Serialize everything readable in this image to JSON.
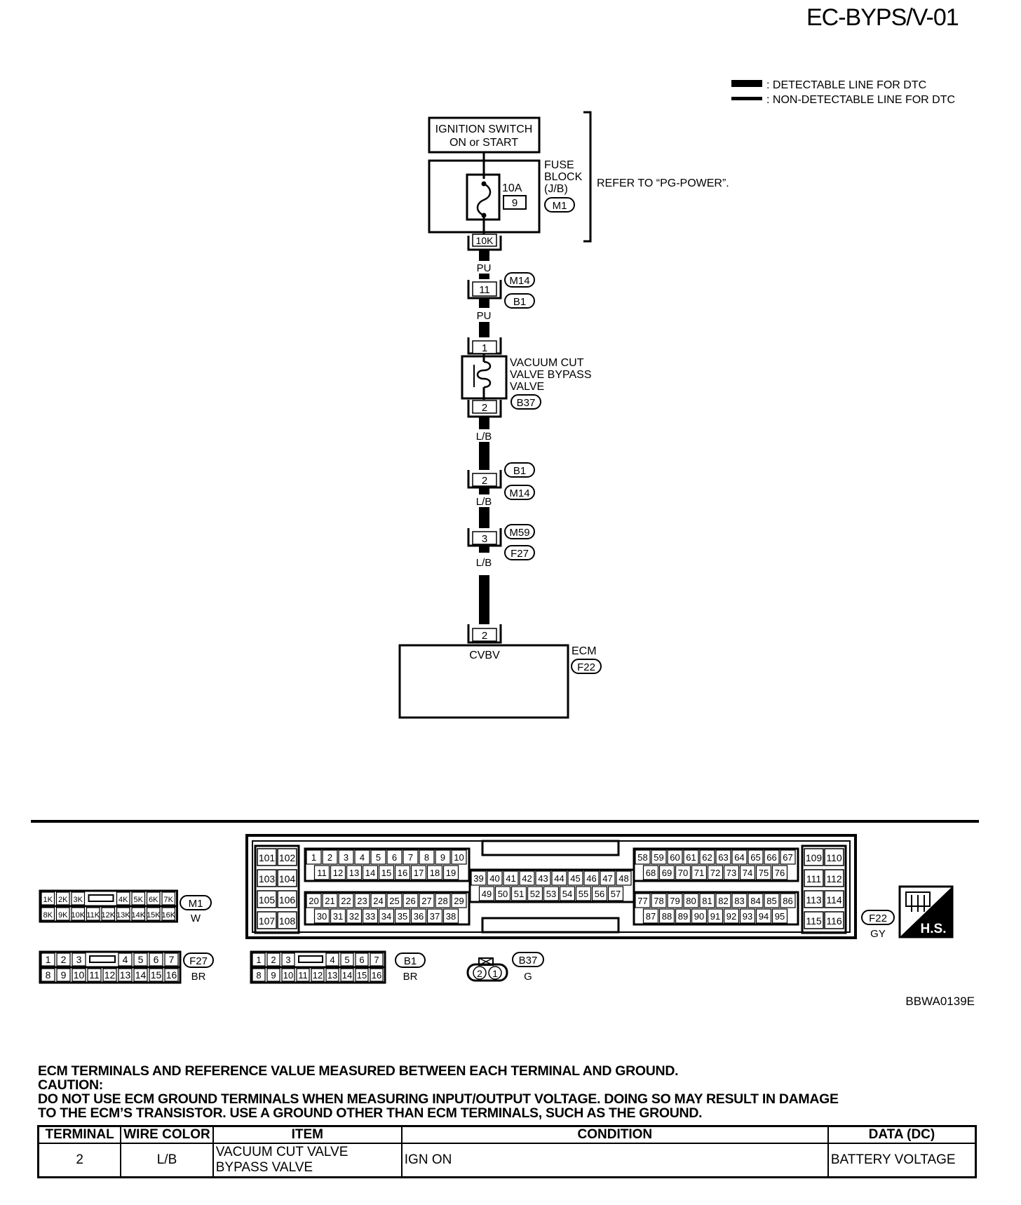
{
  "page_code": "EC-BYPS/V-01",
  "legend": {
    "detectable": ": DETECTABLE LINE FOR DTC",
    "non_detectable": ": NON-DETECTABLE LINE FOR DTC"
  },
  "schematic": {
    "ignition_switch": [
      "IGNITION SWITCH",
      "ON or START"
    ],
    "fuse_block_label": [
      "FUSE",
      "BLOCK",
      "(J/B)"
    ],
    "fuse_rating": "10A",
    "fuse_number": "9",
    "fuse_connector": "M1",
    "refer_text": "REFER TO “PG-POWER”.",
    "fuse_out_terminal": "10K",
    "wire_pu": "PU",
    "joint1_terminal": "11",
    "joint1_connectors": [
      "M14",
      "B1"
    ],
    "valve_in_terminal": "1",
    "valve_label": [
      "VACUUM CUT",
      "VALVE BYPASS",
      "VALVE"
    ],
    "valve_connector": "B37",
    "valve_out_terminal": "2",
    "wire_lb": "L/B",
    "joint2_terminal": "2",
    "joint2_connectors": [
      "B1",
      "M14"
    ],
    "joint3_terminal": "3",
    "joint3_connectors": [
      "M59",
      "F27"
    ],
    "ecm_terminal": "2",
    "ecm_pin_name": "CVBV",
    "ecm_label": "ECM",
    "ecm_connector": "F22"
  },
  "connector_views": {
    "m1": {
      "top": [
        "1K",
        "2K",
        "3K",
        "",
        "4K",
        "5K",
        "6K",
        "7K"
      ],
      "bottom": [
        "8K",
        "9K",
        "10K",
        "11K",
        "12K",
        "13K",
        "14K",
        "15K",
        "16K"
      ],
      "id": "M1",
      "color": "W"
    },
    "f27": {
      "top": [
        "1",
        "2",
        "3",
        "",
        "4",
        "5",
        "6",
        "7"
      ],
      "bottom": [
        "8",
        "9",
        "10",
        "11",
        "12",
        "13",
        "14",
        "15",
        "16"
      ],
      "id": "F27",
      "color": "BR"
    },
    "b1": {
      "top": [
        "1",
        "2",
        "3",
        "",
        "4",
        "5",
        "6",
        "7"
      ],
      "bottom": [
        "8",
        "9",
        "10",
        "11",
        "12",
        "13",
        "14",
        "15",
        "16"
      ],
      "id": "B1",
      "color": "BR"
    },
    "b37": {
      "pins": [
        "2",
        "1"
      ],
      "id": "B37",
      "color": "G"
    },
    "f22": {
      "id": "F22",
      "color": "GY",
      "left_rows": [
        [
          "101",
          "102"
        ],
        [
          "103",
          "104"
        ],
        [
          "105",
          "106"
        ],
        [
          "107",
          "108"
        ]
      ],
      "g1": [
        [
          "1",
          "2",
          "3",
          "4",
          "5",
          "6",
          "7",
          "8",
          "9",
          "10"
        ],
        [
          "11",
          "12",
          "13",
          "14",
          "15",
          "16",
          "17",
          "18",
          "19"
        ]
      ],
      "g2": [
        [
          "20",
          "21",
          "22",
          "23",
          "24",
          "25",
          "26",
          "27",
          "28",
          "29"
        ],
        [
          "30",
          "31",
          "32",
          "33",
          "34",
          "35",
          "36",
          "37",
          "38"
        ]
      ],
      "g3": [
        [
          "39",
          "40",
          "41",
          "42",
          "43",
          "44",
          "45",
          "46",
          "47",
          "48"
        ],
        [
          "49",
          "50",
          "51",
          "52",
          "53",
          "54",
          "55",
          "56",
          "57"
        ]
      ],
      "g4": [
        [
          "58",
          "59",
          "60",
          "61",
          "62",
          "63",
          "64",
          "65",
          "66",
          "67"
        ],
        [
          "68",
          "69",
          "70",
          "71",
          "72",
          "73",
          "74",
          "75",
          "76"
        ]
      ],
      "g5": [
        [
          "77",
          "78",
          "79",
          "80",
          "81",
          "82",
          "83",
          "84",
          "85",
          "86"
        ],
        [
          "87",
          "88",
          "89",
          "90",
          "91",
          "92",
          "93",
          "94",
          "95"
        ]
      ],
      "right_rows": [
        [
          "109",
          "110"
        ],
        [
          "111",
          "112"
        ],
        [
          "113",
          "114"
        ],
        [
          "115",
          "116"
        ]
      ]
    },
    "hs_label": "H.S."
  },
  "figure_code": "BBWA0139E",
  "notes": [
    "ECM TERMINALS AND REFERENCE VALUE MEASURED BETWEEN EACH TERMINAL AND GROUND.",
    "CAUTION:",
    "DO NOT USE ECM GROUND TERMINALS WHEN MEASURING INPUT/OUTPUT VOLTAGE. DOING SO MAY RESULT IN DAMAGE",
    "TO THE ECM’S TRANSISTOR. USE A GROUND OTHER THAN ECM TERMINALS, SUCH AS THE GROUND."
  ],
  "table": {
    "headers": [
      "TERMINAL",
      "WIRE COLOR",
      "ITEM",
      "CONDITION",
      "DATA (DC)"
    ],
    "rows": [
      {
        "terminal": "2",
        "wire_color": "L/B",
        "item": [
          "VACUUM CUT VALVE",
          "BYPASS VALVE"
        ],
        "condition": "IGN ON",
        "data": "BATTERY VOLTAGE"
      }
    ]
  }
}
